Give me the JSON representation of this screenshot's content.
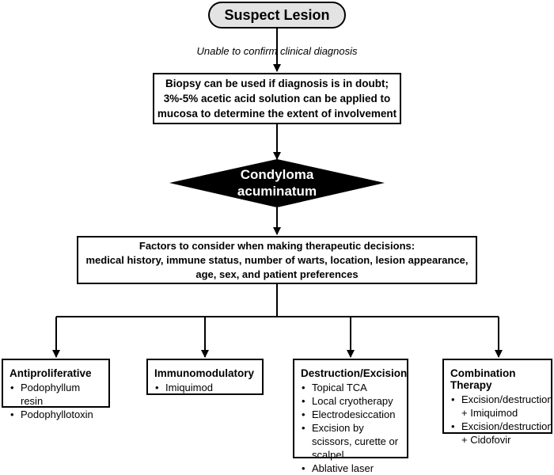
{
  "start": {
    "label": "Suspect Lesion"
  },
  "note": {
    "text": "Unable to confirm clinical diagnosis"
  },
  "biopsy": {
    "lines": [
      "Biopsy can be used if diagnosis is in doubt;",
      "3%-5% acetic acid solution can be applied to",
      "mucosa to determine the extent of involvement"
    ]
  },
  "diagnosis": {
    "lines": [
      "Condyloma",
      "acuminatum"
    ]
  },
  "factors": {
    "lines": [
      "Factors to consider when making therapeutic decisions:",
      "medical history, immune status, number of warts, location, lesion appearance,",
      "age, sex, and patient preferences"
    ]
  },
  "treatments": [
    {
      "title": "Antiproliferative",
      "items": [
        "Podophyllum resin",
        "Podophyllotoxin"
      ]
    },
    {
      "title": "Immunomodulatory",
      "items": [
        "Imiquimod"
      ]
    },
    {
      "title": "Destruction/Excision",
      "items": [
        "Topical TCA",
        "Local cryotherapy",
        "Electrodesiccation",
        "Excision by scissors, curette or scalpel",
        "Ablative laser"
      ]
    },
    {
      "title": "Combination Therapy",
      "items": [
        "Excision/destruction + Imiquimod",
        "Excision/destruction + Cidofovir"
      ]
    }
  ]
}
